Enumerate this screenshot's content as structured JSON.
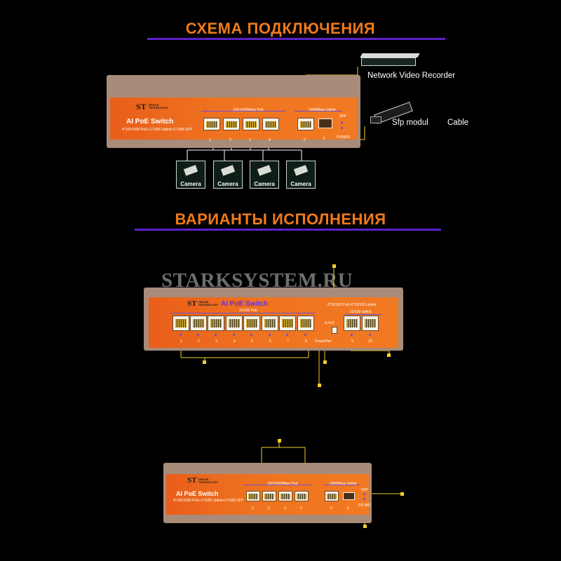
{
  "headings": {
    "connection_scheme": "СХЕМА ПОДКЛЮЧЕНИЯ",
    "variants": "ВАРИАНТЫ ИСПОЛНЕНИЯ"
  },
  "watermark": "STARKSYSTEM.RU",
  "diagram_labels": {
    "nvr": "Network Video Recorder",
    "sfp": "Sfp modul",
    "cable": "Cable",
    "camera": "Camera"
  },
  "switch_top": {
    "brand": "ST",
    "brand_sub1": "GRACE",
    "brand_sub2": "TECHNOLOGY",
    "model": "AI PoE Switch",
    "spec": "4*100/1000 PoE+1*1000 Uplink+1*1000 SFP",
    "poe_group": "100/1000Mbps PoE",
    "uplink_group": "1000Mbps Uplink",
    "sfp": "SFP",
    "power": "POWER",
    "ports": [
      "1",
      "2",
      "3",
      "4",
      "5",
      "6"
    ]
  },
  "switch_mid": {
    "brand": "ST",
    "brand_sub1": "GRACE",
    "brand_sub2": "TECHNOLOGY",
    "model": "AI PoE Switch",
    "poe_group": "10/100 PoE",
    "spec": "8*10/100 PoE+2*10/100 Uplink",
    "uplink_group": "10/100 Uplink",
    "evs": "E•V•S",
    "power": "Power",
    "vlan": "Vlan",
    "ports": [
      "1",
      "2",
      "3",
      "4",
      "5",
      "6",
      "7",
      "8",
      "9",
      "10"
    ]
  },
  "switch_bottom": {
    "brand": "ST",
    "brand_sub1": "GRACE",
    "brand_sub2": "TECHNOLOGY",
    "model": "AI PoE Switch",
    "spec": "4*100/1000 PoE+1*1000 Uplink+1*1000 SFP",
    "poe_group": "100/1000Mbps PoE",
    "uplink_group": "1000Mbps Uplink",
    "sfp": "SFP",
    "power": "PO WR",
    "ports": [
      "1",
      "2",
      "3",
      "4",
      "5",
      "6"
    ]
  },
  "colors": {
    "accent_orange": "#f07a1a",
    "divider_purple": "#5a22c8",
    "callout_yellow": "#f2d028"
  }
}
